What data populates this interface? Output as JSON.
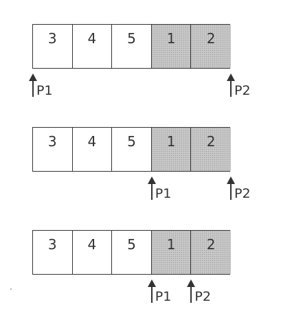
{
  "rows": [
    {
      "cells": [
        {
          "value": "3",
          "shaded": false
        },
        {
          "value": "4",
          "shaded": false
        },
        {
          "value": "5",
          "shaded": false
        },
        {
          "value": "1",
          "shaded": true
        },
        {
          "value": "2",
          "shaded": true
        }
      ],
      "pointers": [
        {
          "label": "P1",
          "index": 0
        },
        {
          "label": "P2",
          "index": 5
        }
      ]
    },
    {
      "cells": [
        {
          "value": "3",
          "shaded": false
        },
        {
          "value": "4",
          "shaded": false
        },
        {
          "value": "5",
          "shaded": false
        },
        {
          "value": "1",
          "shaded": true
        },
        {
          "value": "2",
          "shaded": true
        }
      ],
      "pointers": [
        {
          "label": "P1",
          "index": 3
        },
        {
          "label": "P2",
          "index": 5
        }
      ]
    },
    {
      "cells": [
        {
          "value": "3",
          "shaded": false
        },
        {
          "value": "4",
          "shaded": false
        },
        {
          "value": "5",
          "shaded": false
        },
        {
          "value": "1",
          "shaded": true
        },
        {
          "value": "2",
          "shaded": true
        }
      ],
      "pointers": [
        {
          "label": "P1",
          "index": 3
        },
        {
          "label": "P2",
          "index": 4
        }
      ]
    }
  ],
  "colors": {
    "shaded_cell": "#c9c9c9",
    "stroke": "#333333"
  },
  "icons": {
    "pointer": "arrow-up-icon"
  }
}
